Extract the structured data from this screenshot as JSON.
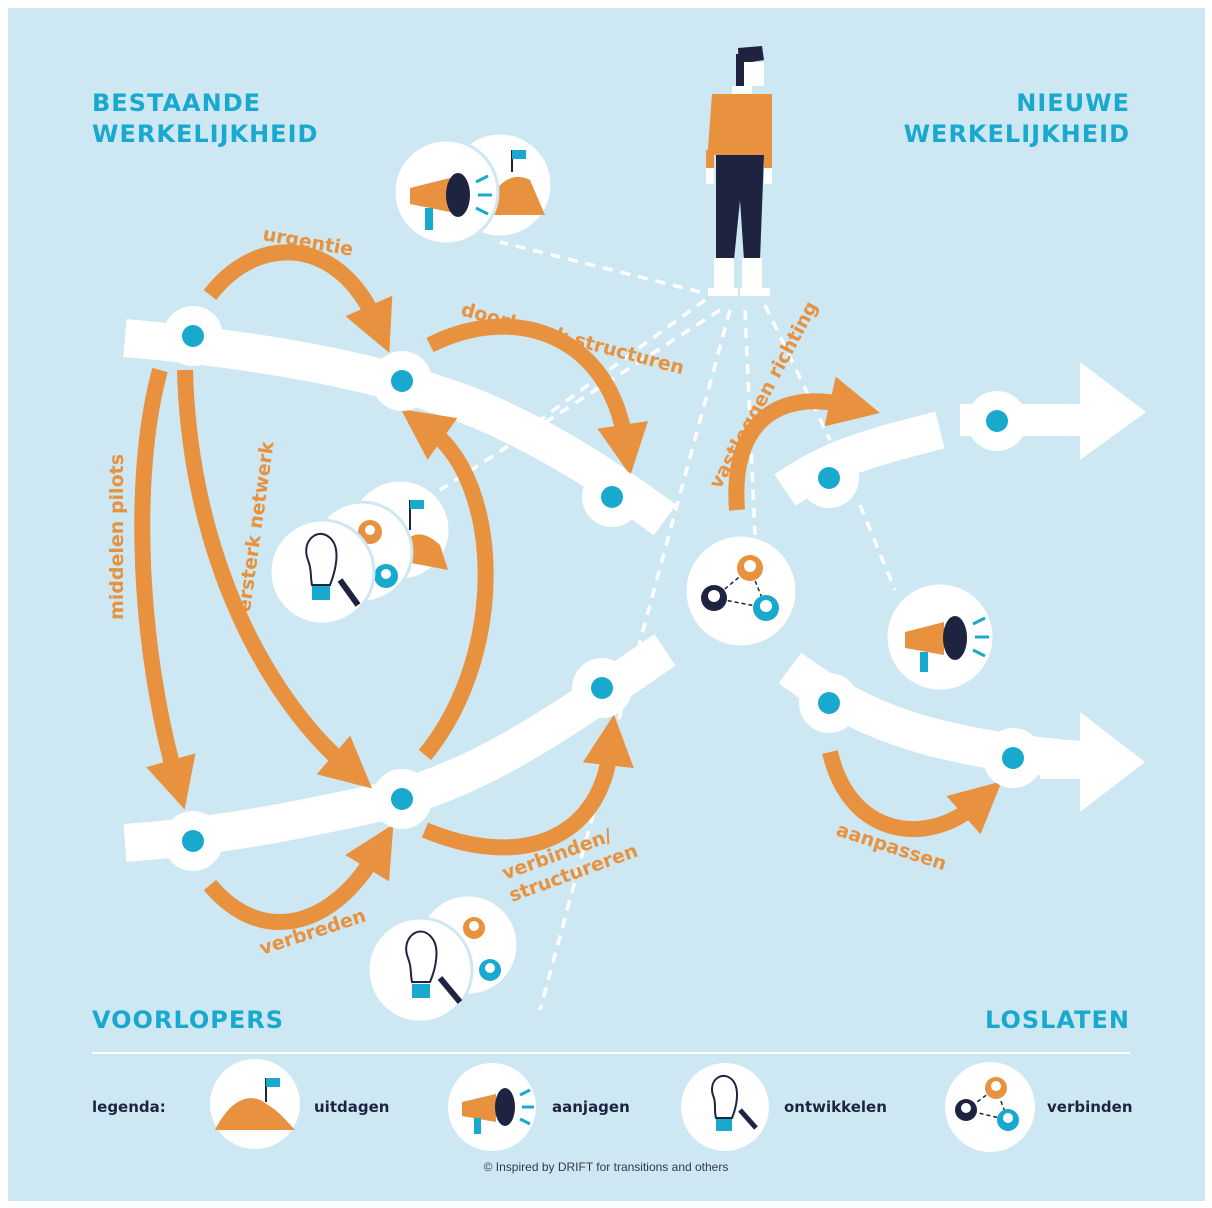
{
  "corners": {
    "top_left": [
      "BESTAANDE",
      "WERKELIJKHEID"
    ],
    "top_right": [
      "NIEUWE",
      "WERKELIJKHEID"
    ],
    "bottom_left": "VOORLOPERS",
    "bottom_right": "LOSLATEN"
  },
  "flow_labels": {
    "urgentie": "urgentie",
    "doorbreek": "doorbreek structuren",
    "vastleggen": "vastleggen richting",
    "middelen": "middelen pilots",
    "versterk": "versterk netwerk",
    "verbinden_1": "verbinden/",
    "verbinden_2": "structureren",
    "verbreden": "verbreden",
    "aanpassen": "aanpassen"
  },
  "legend": {
    "title": "legenda:",
    "items": [
      {
        "icon": "mountain-flag-icon",
        "label": "uitdagen"
      },
      {
        "icon": "megaphone-icon",
        "label": "aanjagen"
      },
      {
        "icon": "lightbulb-pencil-icon",
        "label": "ontwikkelen"
      },
      {
        "icon": "people-network-icon",
        "label": "verbinden"
      }
    ]
  },
  "credit": "© Inspired by DRIFT for transitions and others",
  "colors": {
    "background": "#cde8f3",
    "accent_orange": "#e8913f",
    "accent_blue": "#19a9cf",
    "dark_navy": "#1e2440",
    "path_white": "#ffffff"
  }
}
